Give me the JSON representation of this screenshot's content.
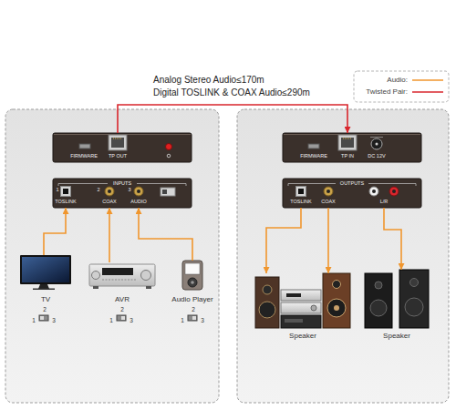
{
  "diagram": {
    "nodes": [
      {
        "text": [
          "FIRMWARE",
          "TP OUT"
        ]
      },
      {
        "text": [
          "INPUTS",
          "1",
          "TOSLINK",
          "2",
          "COAX",
          "3",
          "AUDIO"
        ]
      },
      {
        "text": [
          "TV"
        ]
      },
      {
        "text": [
          "AVR"
        ]
      },
      {
        "text": [
          "Audio Player"
        ]
      },
      {
        "text": [
          "FIRMWARE",
          "TP IN",
          "DC 12V"
        ]
      },
      {
        "text": [
          "OUTPUTS",
          "TOSLINK",
          "COAX",
          "L/R"
        ]
      },
      {
        "text": [
          "Speaker"
        ]
      },
      {
        "text": [
          "Speaker"
        ]
      }
    ],
    "edges": [
      {
        "from": 0,
        "to": 5,
        "arrow": "to"
      },
      {
        "from": 2,
        "to": 1,
        "arrow": "to"
      },
      {
        "from": 3,
        "to": 1,
        "arrow": "to"
      },
      {
        "from": 4,
        "to": 1,
        "arrow": "to"
      },
      {
        "from": 6,
        "to": 7,
        "arrow": "to"
      },
      {
        "from": 6,
        "to": 7,
        "arrow": "to"
      },
      {
        "from": 6,
        "to": 8,
        "arrow": "to"
      }
    ],
    "labels": [
      "Analog Stereo Audio≤170m",
      "Digital TOSLINK & COAX Audio≤290m",
      "2",
      "1",
      "3",
      "2",
      "1",
      "3",
      "2",
      "1",
      "3"
    ],
    "legend": [
      {
        "text": "Audio:"
      },
      {
        "text": "Twisted Pair:"
      }
    ]
  }
}
